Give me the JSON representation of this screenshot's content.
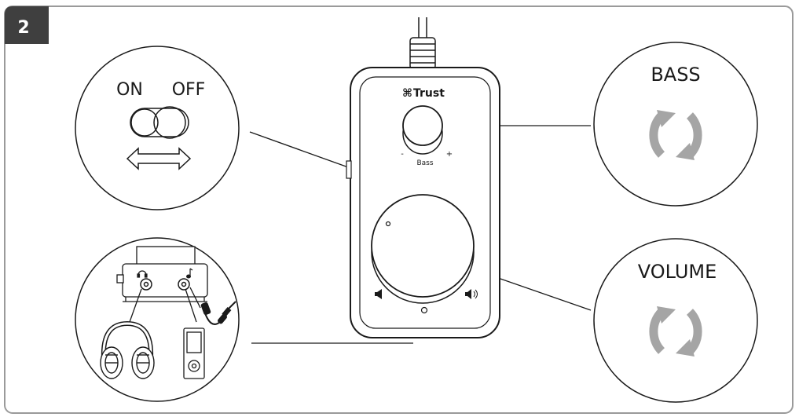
{
  "step_number": "2",
  "brand_label": "Trust",
  "switch_panel": {
    "on_label": "ON",
    "off_label": "OFF",
    "icon": "double-arrow-icon"
  },
  "bass_panel": {
    "title": "BASS",
    "icon": "rotate-arrows-icon"
  },
  "volume_panel": {
    "title": "VOLUME",
    "icon": "rotate-arrows-icon"
  },
  "device": {
    "bass_knob_label": "Bass",
    "bass_minus": "-",
    "bass_plus": "+",
    "volume_low_icon": "speaker-low-icon",
    "volume_high_icon": "speaker-high-icon"
  },
  "connection_panel": {
    "headphone_port_icon": "headphone-icon",
    "music_port_icon": "music-note-icon",
    "headphones_icon": "headphones-icon",
    "player_icon": "media-player-icon",
    "cable_icon": "audio-cable-icon"
  },
  "colors": {
    "frame": "#9a9a9a",
    "step_badge": "#3f3f3f",
    "arrow_gray": "#a5a5a5",
    "line": "#1a1a1a"
  }
}
